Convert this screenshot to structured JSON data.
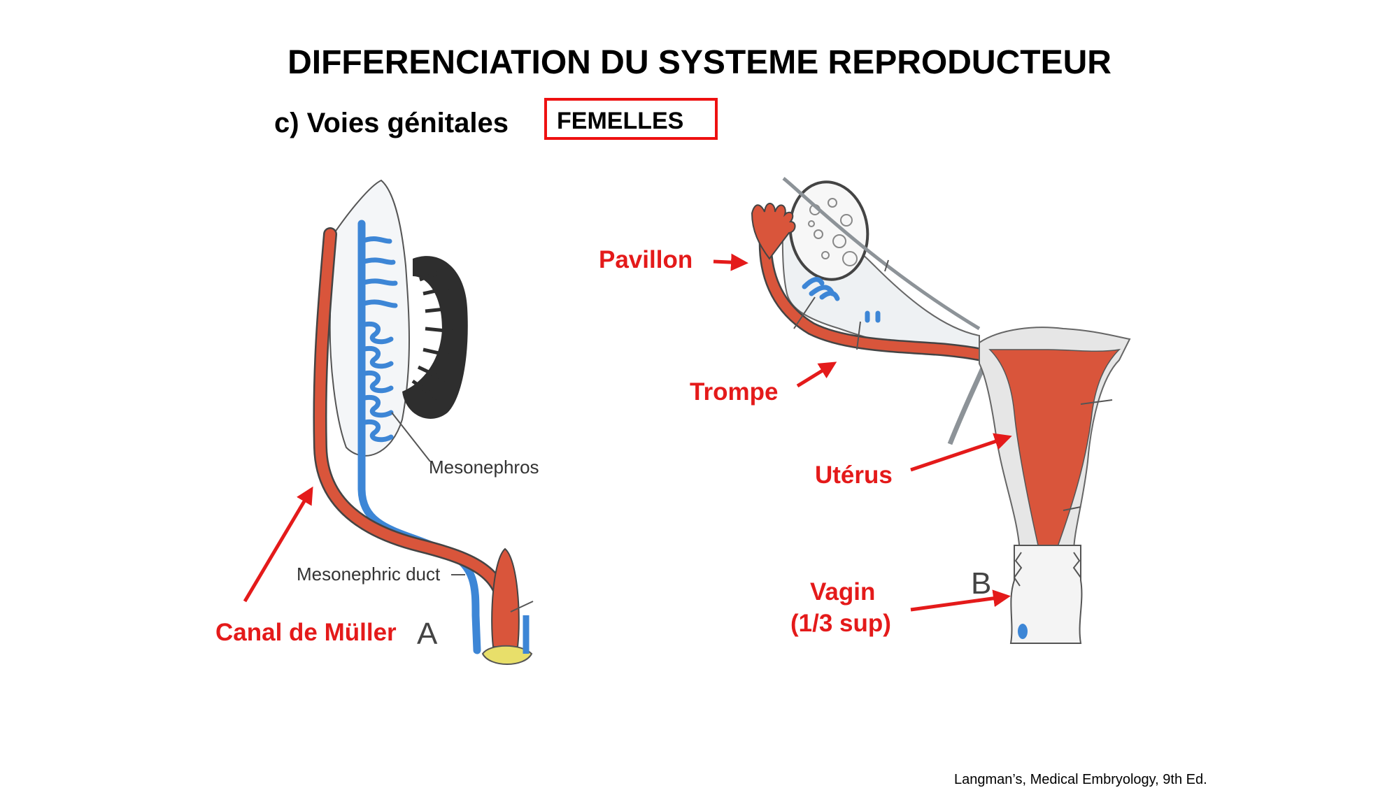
{
  "title": "DIFFERENCIATION DU SYSTEME REPRODUCTEUR",
  "subtitle": "c) Voies génitales",
  "box_label": "FEMELLES",
  "labels": {
    "mesonephros": "Mesonephros",
    "mesonephric_duct": "Mesonephric duct",
    "canal_muller": "Canal de Müller",
    "letter_a": "A",
    "pavillon": "Pavillon",
    "trompe": "Trompe",
    "uterus": "Utérus",
    "vagin_line1": "Vagin",
    "vagin_line2": "(1/3 sup)",
    "letter_b": "B"
  },
  "citation": "Langman’s, Medical Embryology, 9th Ed.",
  "colors": {
    "annotation_red": "#e41a1a",
    "mullerian_duct": "#d9553b",
    "mesonephric_duct": "#3d86d6",
    "gonad": "#333333",
    "tissue_gray": "#e6e6e6"
  }
}
